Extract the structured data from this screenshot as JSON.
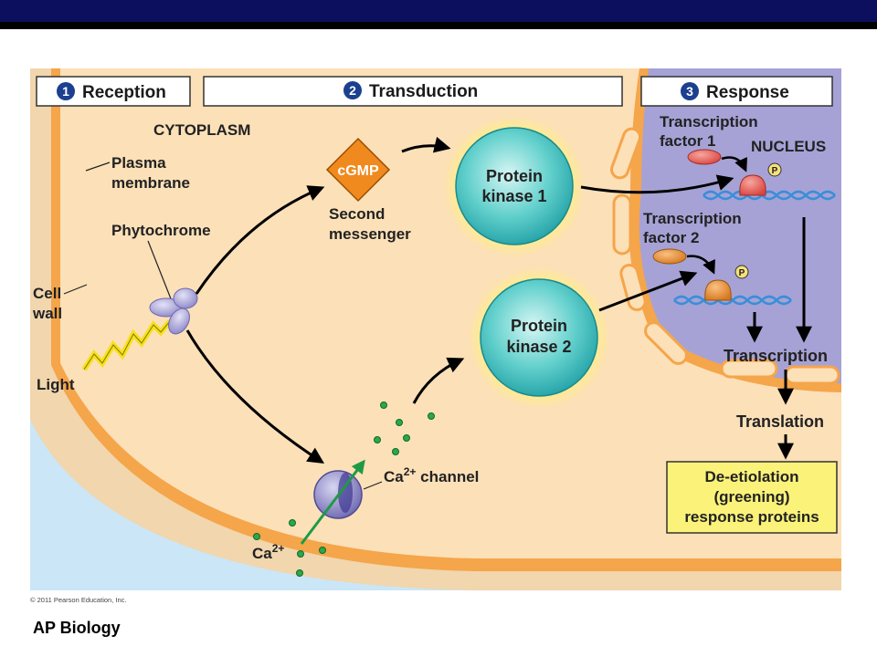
{
  "steps": [
    {
      "number": "1",
      "label": "Reception"
    },
    {
      "number": "2",
      "label": "Transduction"
    },
    {
      "number": "3",
      "label": "Response"
    }
  ],
  "labels": {
    "cytoplasm": "CYTOPLASM",
    "plasma_membrane": [
      "Plasma",
      "membrane"
    ],
    "cell_wall": [
      "Cell",
      "wall"
    ],
    "phytochrome": "Phytochrome",
    "light": "Light",
    "cgmp": "cGMP",
    "second_messenger": [
      "Second",
      "messenger"
    ],
    "protein_kinase_1": [
      "Protein",
      "kinase 1"
    ],
    "protein_kinase_2": [
      "Protein",
      "kinase 2"
    ],
    "ca_channel": {
      "base": "Ca",
      "sup": "2+",
      "rest": " channel"
    },
    "ca_ion": {
      "base": "Ca",
      "sup": "2+"
    },
    "transcription_factor_1": [
      "Transcription",
      "factor 1"
    ],
    "transcription_factor_2": [
      "Transcription",
      "factor 2"
    ],
    "nucleus": "NUCLEUS",
    "phosphate": "P",
    "transcription": "Transcription",
    "translation": "Translation",
    "response_proteins": [
      "De-etiolation",
      "(greening)",
      "response proteins"
    ]
  },
  "copyright": "© 2011 Pearson Education, Inc.",
  "footer": "AP Biology",
  "colors": {
    "header_bar": "#0b0f5e",
    "cytoplasm": "#fce0b8",
    "cell_wall": "#f3d7ae",
    "membrane": "#f5a54a",
    "outside": "#cbe6f6",
    "nucleus": "#a6a2d6",
    "kinase": "#3fc4c4",
    "cgmp": "#f08a1e",
    "response_box": "#fbf27a",
    "ions": "#2aa84a"
  }
}
